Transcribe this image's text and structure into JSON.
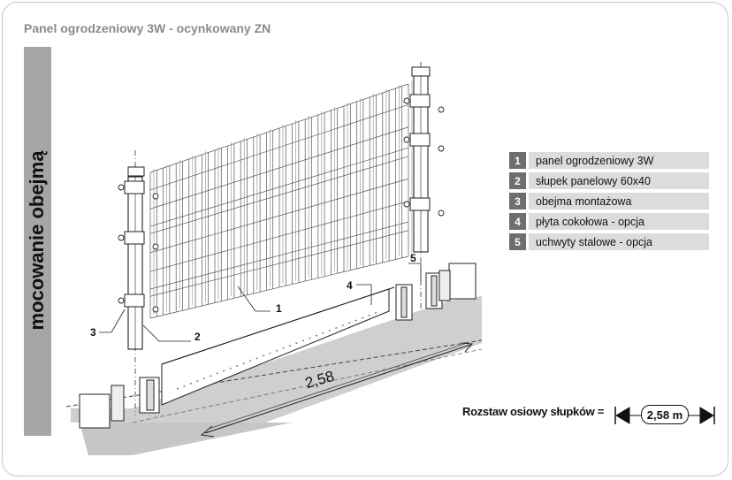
{
  "title": "Panel ogrodzeniowy 3W - ocynkowany ZN",
  "side_label": "mocowanie obejmą",
  "legend": [
    {
      "num": "1",
      "text": "panel ogrodzeniowy 3W"
    },
    {
      "num": "2",
      "text": "słupek panelowy 60x40"
    },
    {
      "num": "3",
      "text": "obejma montażowa"
    },
    {
      "num": "4",
      "text": "płyta cokołowa - opcja"
    },
    {
      "num": "5",
      "text": "uchwyty stalowe - opcja"
    }
  ],
  "callouts": {
    "c1": "1",
    "c2": "2",
    "c3": "3",
    "c4": "4",
    "c5": "5"
  },
  "dimension": "2,58",
  "spacing": {
    "label": "Rozstaw osiowy słupków =",
    "value": "2,58 m"
  },
  "colors": {
    "ground": "#cfcfcf",
    "sidebar": "#a6a6a6",
    "legend_num": "#6e6e6e",
    "legend_bg": "#dcdcdc",
    "title": "#8a8a8a"
  }
}
